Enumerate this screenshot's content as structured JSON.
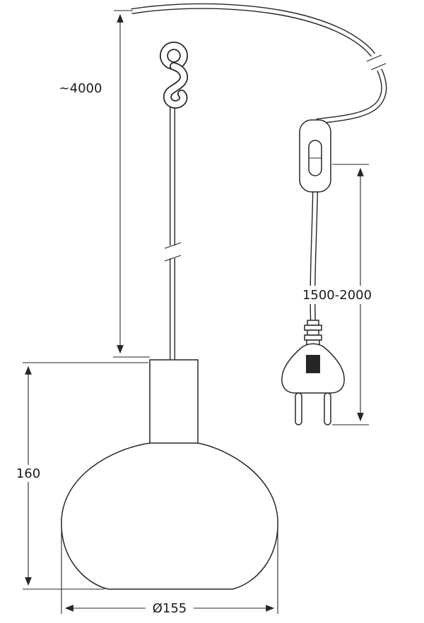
{
  "diagram": {
    "labels": {
      "cable_length": "~4000",
      "cord_drop": "1500-2000",
      "shade_height": "160",
      "shade_diameter": "Ø155"
    },
    "colors": {
      "line": "#262626",
      "text": "#1a1a1a",
      "background": "#ffffff"
    }
  }
}
